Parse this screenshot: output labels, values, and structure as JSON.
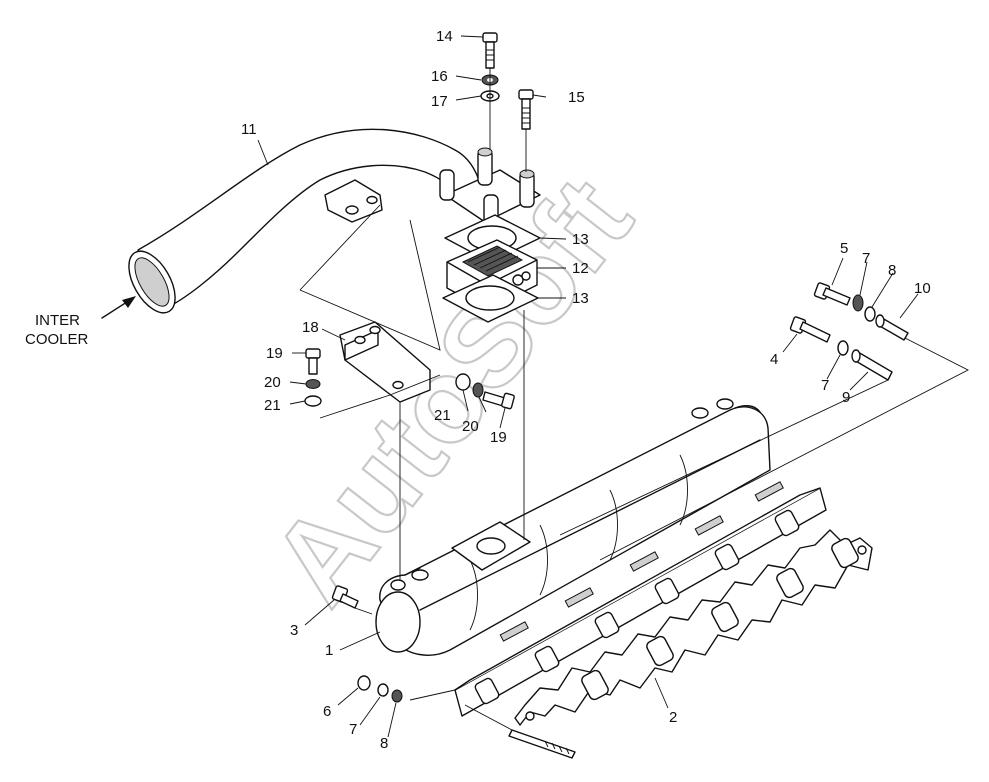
{
  "watermark": "AutoSoft",
  "callouts": {
    "c1": "1",
    "c2": "2",
    "c3": "3",
    "c4": "4",
    "c5": "5",
    "c6": "6",
    "c7a": "7",
    "c7b": "7",
    "c7c": "7",
    "c8a": "8",
    "c8b": "8",
    "c9": "9",
    "c10": "10",
    "c11": "11",
    "c12": "12",
    "c13a": "13",
    "c13b": "13",
    "c14": "14",
    "c15": "15",
    "c16": "16",
    "c17": "17",
    "c18": "18",
    "c19a": "19",
    "c19b": "19",
    "c20a": "20",
    "c20b": "20",
    "c21a": "21",
    "c21b": "21"
  },
  "inter_cooler_label": {
    "line1": "INTER",
    "line2": "COOLER"
  }
}
